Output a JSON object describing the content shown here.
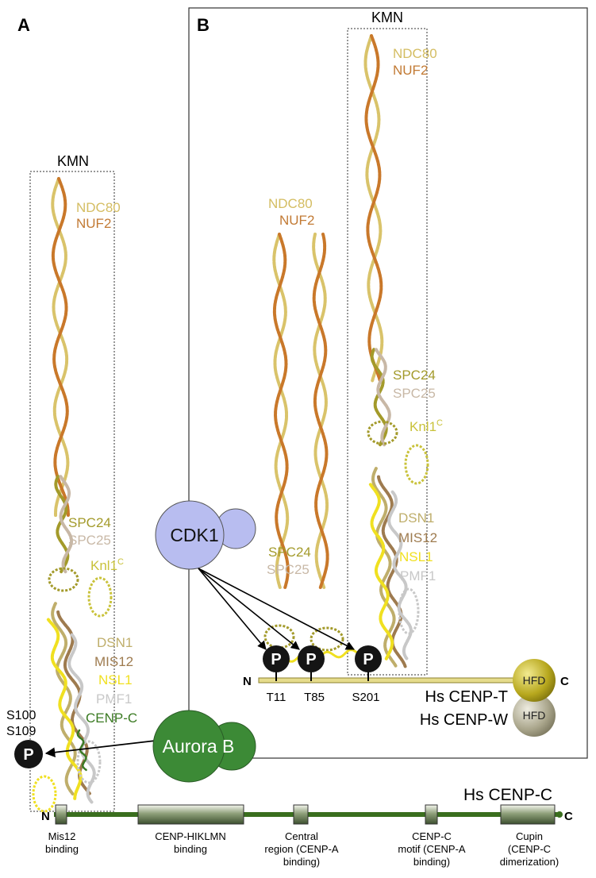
{
  "panel_a": {
    "letter": "A",
    "kmn_label": "KMN",
    "labels": {
      "ndc80": "NDC80",
      "nuf2": "NUF2",
      "spc24": "SPC24",
      "spc25": "SPC25",
      "knl1": "Knl1",
      "knl1_sup": "C",
      "dsn1": "DSN1",
      "mis12": "MIS12",
      "nsl1": "NSL1",
      "pmf1": "PMF1",
      "cenpc": "CENP-C"
    },
    "sites": [
      "S100",
      "S109"
    ],
    "phospho": "P",
    "kinase": "Aurora B"
  },
  "panel_b": {
    "letter": "B",
    "kmn_label": "KMN",
    "labels": {
      "ndc80_top": "NDC80",
      "nuf2_top": "NUF2",
      "ndc80_mid": "NDC80",
      "nuf2_mid": "NUF2",
      "spc24_right": "SPC24",
      "spc25_right": "SPC25",
      "knl1": "Knl1",
      "knl1_sup": "C",
      "dsn1": "DSN1",
      "mis12": "MIS12",
      "nsl1": "NSL1",
      "pmf1": "PMF1",
      "spc24_mid": "SPC24",
      "spc25_mid": "SPC25"
    },
    "kinase": "CDK1",
    "phospho": "P",
    "sites": [
      "T11",
      "T85",
      "S201"
    ],
    "n_term": "N",
    "c_term": "C",
    "cenpt_label": "Hs CENP-T",
    "cenpw_label": "Hs CENP-W",
    "hfd": "HFD"
  },
  "cenpc_bar": {
    "title": "Hs CENP-C",
    "n_term": "N",
    "c_term": "C",
    "domains": [
      {
        "line1": "Mis12",
        "line2": "binding",
        "line3": ""
      },
      {
        "line1": "CENP-HIKLMN",
        "line2": "binding",
        "line3": ""
      },
      {
        "line1": "Central",
        "line2": "region (CENP-A",
        "line3": "binding)"
      },
      {
        "line1": "CENP-C",
        "line2": "motif (CENP-A",
        "line3": "binding)"
      },
      {
        "line1": "Cupin",
        "line2": "(CENP-C",
        "line3": "dimerization)"
      }
    ]
  },
  "colors": {
    "ndc80": "#d9c36a",
    "nuf2": "#c9782a",
    "spc24": "#a39a2a",
    "spc25": "#c8b8a6",
    "knl1": "#c9c23a",
    "dsn1": "#bfae6b",
    "mis12": "#9e7b4f",
    "nsl1": "#f0e020",
    "pmf1": "#c8c8c8",
    "cenpc": "#3a7a22",
    "cdk1": "#b8bdf0",
    "aurora": "#3c8a36",
    "hfd_t": "#b3a51a",
    "hfd_w": "#a8a48a"
  }
}
